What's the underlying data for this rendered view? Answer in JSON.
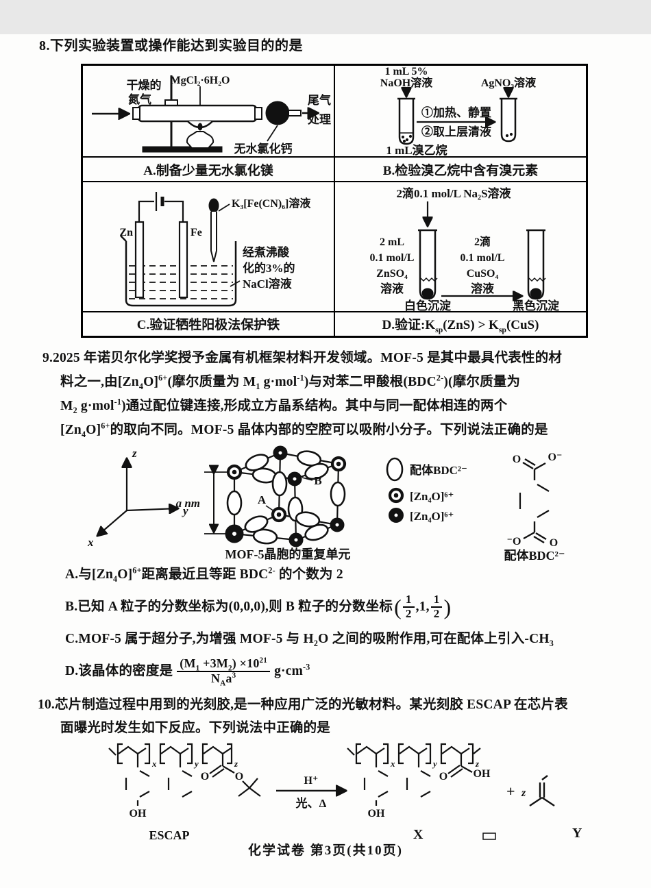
{
  "colors": {
    "ink": "#111111",
    "paper": "#fdfdfc"
  },
  "page": {
    "footer": "化学试卷  第3页(共10页)"
  },
  "q8": {
    "title": "8.下列实验装置或操作能达到实验目的的是",
    "cell_a": {
      "caption": "A.制备少量无水氯化镁",
      "n2_line1": "干燥的",
      "n2_line2": "氮气",
      "mgcl2": "MgCl₂·6H₂O",
      "cacl2": "无水氯化钙",
      "tail_line1": "尾气",
      "tail_line2": "处理"
    },
    "cell_b": {
      "caption": "B.检验溴乙烷中含有溴元素",
      "naoh_line1": "1 mL 5%",
      "naoh_line2": "NaOH溶液",
      "agno3": "AgNO₃溶液",
      "step1": "①加热、静置",
      "step2": "②取上层清液",
      "bromoethane": "1 mL溴乙烷"
    },
    "cell_c": {
      "caption": "C.验证牺牲阳极法保护铁",
      "zn": "Zn",
      "fe": "Fe",
      "k3fecn6": "K₃[Fe(CN)₆]溶液",
      "nacl_line1": "经煮沸酸",
      "nacl_line2": "化的3%的",
      "nacl_line3": "NaCl溶液"
    },
    "cell_d": {
      "caption": "D.验证:K~sp~(ZnS) > K~sp~(CuS)",
      "na2s": "2滴0.1 mol/L Na₂S溶液",
      "znso4_line1": "2 mL",
      "znso4_line2": "0.1 mol/L",
      "znso4_line3": "ZnSO₄",
      "znso4_line4": "溶液",
      "cuso4_line1": "2滴",
      "cuso4_line2": "0.1 mol/L",
      "cuso4_line3": "CuSO₄",
      "cuso4_line4": "溶液",
      "white_ppt": "白色沉淀",
      "black_ppt": "黑色沉淀"
    }
  },
  "q9": {
    "stem_line1": "9.2025 年诺贝尔化学奖授予金属有机框架材料开发领域。MOF-5 是其中最具代表性的材",
    "stem_line2": "料之一,由[Zn~4~O]^6+^(摩尔质量为 M~1~ g·mol^-1^)与对苯二甲酸根(BDC^2-^)(摩尔质量为",
    "stem_line3": "M~2~ g·mol^-1^)通过配位键连接,形成立方晶系结构。其中与同一配体相连的两个",
    "stem_line4": "[Zn~4~O]^6+^的取向不同。MOF-5 晶体内部的空腔可以吸附小分子。下列说法正确的是",
    "diagram": {
      "axis_z": "z",
      "axis_y": "y",
      "axis_x": "x",
      "edge_len": "a nm",
      "label_a": "A",
      "label_b": "B",
      "caption": "MOF-5晶胞的重复单元",
      "legend_bdc": "配体BDC²⁻",
      "legend_zn1": "[Zn₄O]⁶⁺",
      "legend_zn2": "[Zn₄O]⁶⁺",
      "bdc_caption": "配体BDC²⁻",
      "o_top_left": "O",
      "o_top_right": "O⁻",
      "o_bottom_left": "⁻O",
      "o_bottom_right": "O"
    },
    "opt_a": "A.与[Zn~4~O]^6+^距离最近且等距 BDC^2-^ 的个数为 2",
    "opt_b_pre": "B.已知 A 粒子的分数坐标为(0,0,0),则 B 粒子的分数坐标",
    "opt_b_lparen": "(",
    "opt_b_frac1_num": "1",
    "opt_b_frac1_den": "2",
    "opt_b_mid": ",1,",
    "opt_b_frac2_num": "1",
    "opt_b_frac2_den": "2",
    "opt_b_rparen": ")",
    "opt_c": "C.MOF-5 属于超分子,为增强 MOF-5 与 H~2~O 之间的吸附作用,可在配体上引入-CH~3~",
    "opt_d_pre": "D.该晶体的密度是",
    "opt_d_num": "(M~1~ +3M~2~) ×10^21^",
    "opt_d_den": "N~A~a^3^",
    "opt_d_unit": "g·cm^-3^"
  },
  "q10": {
    "stem_line1": "10.芯片制造过程中用到的光刻胶,是一种应用广泛的光敏材料。某光刻胶 ESCAP 在芯片表",
    "stem_line2": "面曝光时发生如下反应。下列说法中正确的是",
    "scheme": {
      "escap": "ESCAP",
      "cond_top": "H⁺",
      "cond_bottom": "光、Δ",
      "sub_x": "x",
      "sub_y": "y",
      "sub_z": "z",
      "oh_left": "OH",
      "o_ester_1": "O",
      "o_ester_2": "O",
      "oh_right": "OH",
      "o_acid": "O",
      "oh_acid": "OH",
      "plus": "+",
      "z_coeff": "z",
      "artifact_x": "X",
      "artifact_y": "Y"
    }
  }
}
